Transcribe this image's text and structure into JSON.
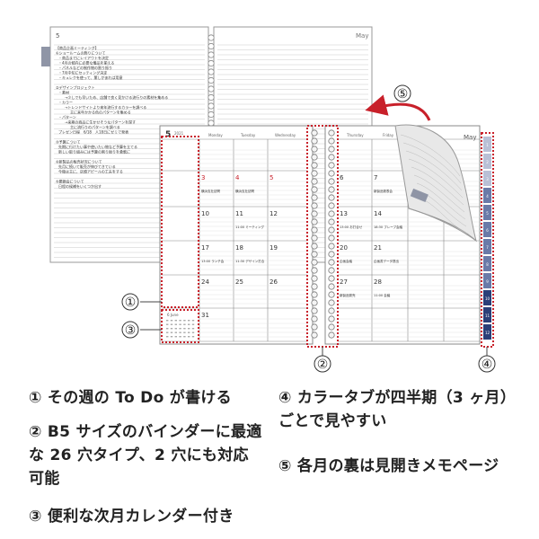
{
  "back_spread": {
    "left_page_number": "5",
    "right_page_month": "May",
    "memo_lines": [
      "【商品企画ミーティング】",
      "①ショールームの飾りについて",
      "・商品までにレイアウトを決定",
      "・4月の傾向に必要な備品を揃える",
      "・パネルなどの制作物の割り振り",
      "・7月中旬にセッティング決定",
      "・キュレクを使って、薫しがあれば用意",
      "②デザインプロジェクト",
      "・素材",
      "→少しでも早いため、店舗で良く見かける流行りの素材を集める",
      "・カラー",
      "→トレンドサイトより来年流行するカラーを調べる",
      "主に来年かかる色のパターンを集める",
      "・パターン",
      "→来期の商品に生かせそうなパターンを探す",
      "主に流行りのパターンを調べる",
      "プレゼン日程　6/18　人18日にゼミで発表",
      "③予算について",
      "先期に行けたい事や使いたい物など予算を立てる",
      "新しい取り組みには予算の割り振りを柔軟に",
      "④新製品の販売状況について",
      "先月に続いて販売が伸びてきている",
      "今後は主に、店頭アピールの工夫をする",
      "⑤懇親会について",
      "日程の候補をいくつか出す"
    ]
  },
  "monthly_page": {
    "month_number": "5",
    "year": "2021",
    "month_label": "May",
    "weekday_headers": [
      "Monday",
      "Tuesday",
      "Wednesday",
      "Thursday",
      "Friday"
    ],
    "left_weeks": [
      [
        {
          "date": "",
          "note": ""
        },
        {
          "date": "",
          "note": ""
        },
        {
          "date": "",
          "note": ""
        }
      ],
      [
        {
          "date": "3",
          "red": true,
          "note": "横浜支社訪問"
        },
        {
          "date": "4",
          "red": true,
          "note": "横浜支社訪問"
        },
        {
          "date": "5",
          "red": true,
          "note": ""
        }
      ],
      [
        {
          "date": "10",
          "red": false,
          "note": ""
        },
        {
          "date": "11",
          "red": false,
          "note": "11:00 ミーティング"
        },
        {
          "date": "12",
          "red": false,
          "note": ""
        }
      ],
      [
        {
          "date": "17",
          "red": false,
          "note": "13:00 ランチ会"
        },
        {
          "date": "18",
          "red": false,
          "note": "11:30 デザイン打合"
        },
        {
          "date": "19",
          "red": false,
          "note": ""
        }
      ],
      [
        {
          "date": "24",
          "red": false,
          "note": ""
        },
        {
          "date": "25",
          "red": false,
          "note": ""
        },
        {
          "date": "26",
          "red": false,
          "note": ""
        }
      ],
      [
        {
          "date": "31",
          "red": false,
          "note": ""
        },
        {
          "date": "",
          "red": false,
          "note": ""
        },
        {
          "date": "",
          "red": false,
          "note": ""
        }
      ]
    ],
    "right_weeks": [
      [
        {
          "date": "",
          "note": ""
        },
        {
          "date": "",
          "note": ""
        },
        {
          "date": "",
          "note": ""
        }
      ],
      [
        {
          "date": "6",
          "note": ""
        },
        {
          "date": "7",
          "note": "新製品発表会"
        },
        {
          "date": "",
          "note": ""
        }
      ],
      [
        {
          "date": "13",
          "note": "13:00 お打合せ"
        },
        {
          "date": "14",
          "note": "18:30 ブレーブ会議"
        },
        {
          "date": "",
          "note": ""
        }
      ],
      [
        {
          "date": "20",
          "note": "企画会議"
        },
        {
          "date": "21",
          "note": "企画書データ提出"
        },
        {
          "date": "",
          "note": ""
        }
      ],
      [
        {
          "date": "27",
          "note": "新製品発売"
        },
        {
          "date": "28",
          "note": "11:00 会議"
        },
        {
          "date": "",
          "note": ""
        }
      ],
      [
        {
          "date": "",
          "note": ""
        },
        {
          "date": "",
          "note": ""
        },
        {
          "date": "",
          "note": ""
        }
      ]
    ],
    "mini_calendar_title": "6 June",
    "tab_numbers": [
      "1",
      "2",
      "3",
      "4",
      "5",
      "6",
      "7",
      "8",
      "9",
      "10",
      "11",
      "12"
    ]
  },
  "callouts": {
    "c1": "①",
    "c2": "②",
    "c3": "③",
    "c4": "④",
    "c5": "⑤"
  },
  "captions": {
    "c1": "① その週の To Do が書ける",
    "c2_line1": "② B5 サイズのバインダーに最適",
    "c2_line2": "な 26 穴タイプ、2 穴にも対応",
    "c2_line3": "可能",
    "c3": "③ 便利な次月カレンダー付き",
    "c4_line1": "④ カラータブが四半期（3 ヶ月）",
    "c4_line2": "ごとで見やすい",
    "c5": "⑤ 各月の裏は見開きメモページ"
  },
  "colors": {
    "accent_red": "#c8202a",
    "tab_light": "#b9c0d6",
    "tab_mid": "#6a7aa8",
    "tab_dark": "#2b3f78"
  }
}
